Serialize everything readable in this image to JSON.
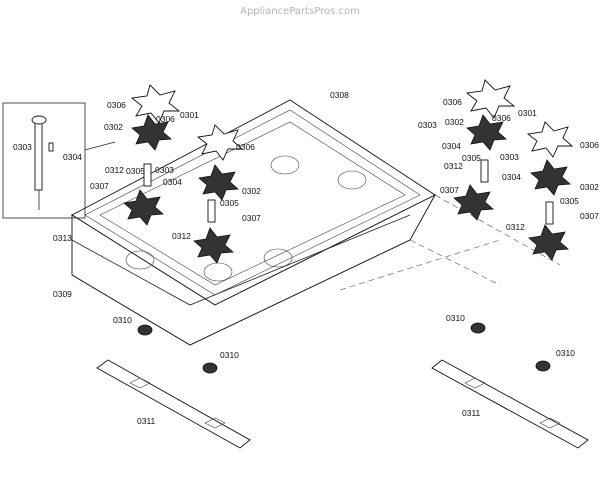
{
  "watermark": "AppliancePartsPros.com",
  "labels": [
    "0306",
    "0301",
    "0302",
    "0306",
    "0303",
    "0304",
    "0305",
    "0303",
    "0304",
    "0306",
    "0312",
    "0307",
    "0302",
    "0305",
    "0307",
    "0312",
    "0308",
    "0313",
    "0309",
    "0310",
    "0310",
    "0311",
    "0306",
    "0301",
    "0302",
    "0306",
    "0303",
    "0304",
    "0305",
    "0312",
    "0303",
    "0304",
    "0306",
    "0307",
    "0302",
    "0305",
    "0307",
    "0312",
    "0310",
    "0310",
    "0311"
  ]
}
